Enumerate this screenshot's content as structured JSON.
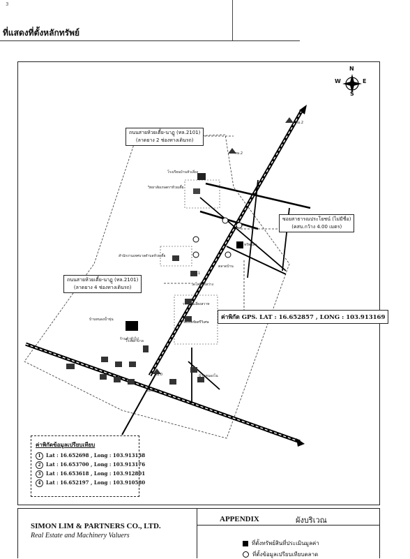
{
  "page": {
    "number": "3"
  },
  "heading": "ที่แสดงที่ตั้งหลักทรัพย์",
  "map": {
    "labels": {
      "road_top_line1": "ถนนสายห้วยเตี้ย-นาฏู (ทล.2101)",
      "road_top_line2": "(ลาดยาง 2 ช่องทางเดินรถ)",
      "road_mid_line1": "ถนนสายห้วยเตี้ย-นาฏู (ทล.2101)",
      "road_mid_line2": "(ลาดยาง 4 ช่องทางเดินรถ)",
      "soi_line1": "ซอยสาธารณประโยชน์ (ไม่มีชื่อ)",
      "soi_line2": "(คสบ.กว้าง 4.00 เมตร)",
      "gps": "ค่าพิกัด GPS. LAT : 16.652857 , LONG : 103.913169"
    },
    "small_labels": {
      "km2_top": "กม.2",
      "km2_mid": "กม.2",
      "school1": "โรงเรียนบ้านหัวเลี่ยง",
      "school2": "วิทยาลัยเกษตรฯห้วยเตี้ย",
      "office": "สำนักงานเทศบาลตำบลห้วยเตี้ย",
      "km1": "กม.1",
      "temple1": "วัดโพธิ์ศรีสว่าง",
      "temple2": "รร.บ้านเลี่ยงสวาท",
      "temple3": "วัดเทพชัยศรีวิเศษ",
      "village": "บ้านหนองน้ำขุ่น",
      "property": "ทรัพย์สิน",
      "market": "ตลาดบ้าน",
      "km0": "กม.0",
      "pump": "ปั๊มน้ำมัน",
      "shop": "ร้านค้าทั่วไป",
      "hospital": "โรงพยาบาล",
      "village2": "บ้านหนองโน"
    },
    "compass": {
      "n": "N",
      "s": "S",
      "e": "E",
      "w": "W"
    }
  },
  "legend": {
    "title": "ค่าพิกัดข้อมูลเปรียบเทียบ",
    "items": [
      {
        "num": "1",
        "text": "Lat : 16.652698 , Long : 103.913138"
      },
      {
        "num": "2",
        "text": "Lat : 16.653700 , Long : 103.913176"
      },
      {
        "num": "3",
        "text": "Lat : 16.653618 , Long : 103.912801"
      },
      {
        "num": "4",
        "text": "Lat : 16.652197 , Long : 103.910580"
      }
    ]
  },
  "footer": {
    "company": "SIMON LIM & PARTNERS CO., LTD.",
    "tagline": "Real Estate and Machinery Valuers",
    "appendix": "APPENDIX",
    "appendix_thai": "ผังบริเวณ",
    "legend_row1": "ที่ตั้งทรัพย์สินที่ประเมินมูลค่า",
    "legend_row2": "ที่ตั้งข้อมูลเปรียบเทียบตลาด"
  },
  "colors": {
    "ink": "#111111",
    "road": "#000000"
  }
}
